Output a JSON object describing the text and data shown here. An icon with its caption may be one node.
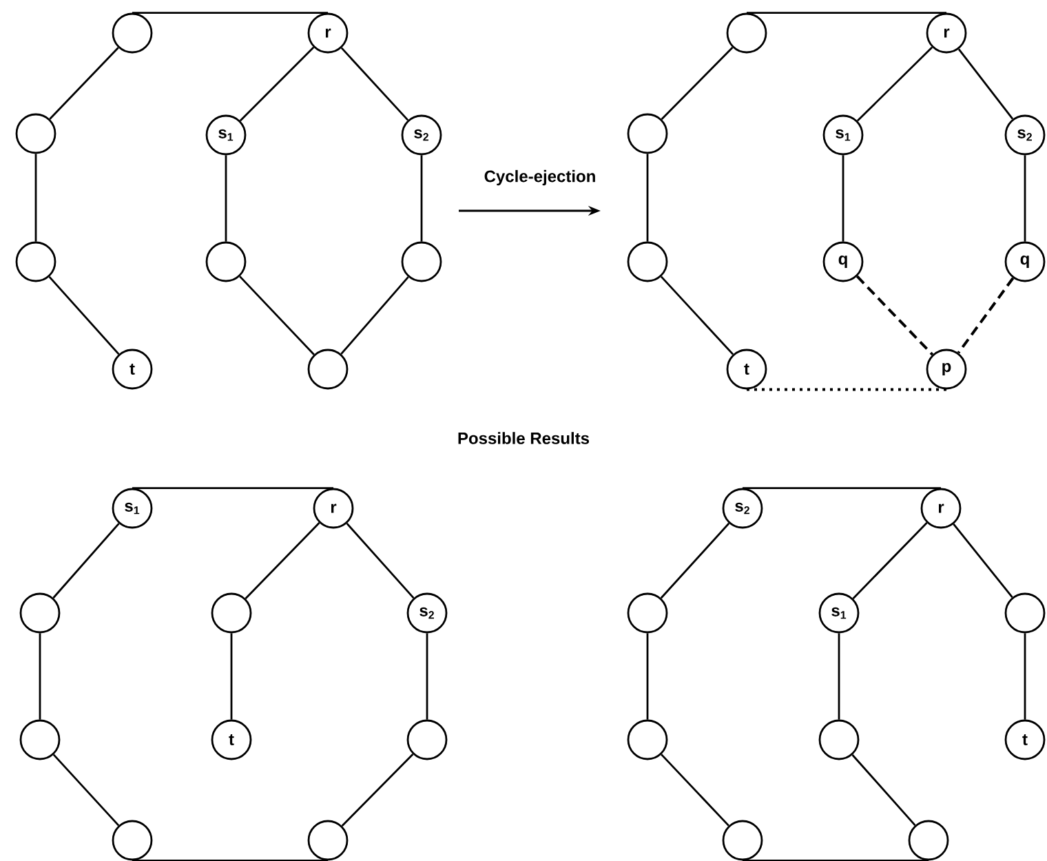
{
  "diagram": {
    "nodes": [
      {
        "text": [],
        "shape": "circle"
      },
      {
        "text": [
          "r"
        ]
      },
      {
        "text": [],
        "shape": "circle"
      },
      {
        "text": [
          "s$_{1}$"
        ]
      },
      {
        "text": [
          "s$_{2}$"
        ]
      },
      {
        "text": [],
        "shape": "circle"
      },
      {
        "text": [],
        "shape": "circle"
      },
      {
        "text": [],
        "shape": "circle"
      },
      {
        "text": [
          "t"
        ]
      },
      {
        "text": [],
        "shape": "circle"
      },
      {
        "text": [],
        "shape": "circle"
      },
      {
        "text": [
          "r"
        ]
      },
      {
        "text": [],
        "shape": "circle"
      },
      {
        "text": [
          "s$_{1}$"
        ]
      },
      {
        "text": [
          "s$_{2}$"
        ]
      },
      {
        "text": [],
        "shape": "circle"
      },
      {
        "text": [
          "q"
        ]
      },
      {
        "text": [
          "q"
        ]
      },
      {
        "text": [
          "t"
        ]
      },
      {
        "text": [
          "p"
        ]
      },
      {
        "text": [
          "s$_{1}$"
        ]
      },
      {
        "text": [
          "r"
        ]
      },
      {
        "text": [],
        "shape": "circle"
      },
      {
        "text": [],
        "shape": "circle"
      },
      {
        "text": [
          "s$_{2}$"
        ]
      },
      {
        "text": [],
        "shape": "circle"
      },
      {
        "text": [
          "t"
        ]
      },
      {
        "text": [],
        "shape": "circle"
      },
      {
        "text": [],
        "shape": "circle"
      },
      {
        "text": [],
        "shape": "circle"
      },
      {
        "text": [
          "s$_{2}$"
        ]
      },
      {
        "text": [
          "r"
        ]
      },
      {
        "text": [],
        "shape": "circle"
      },
      {
        "text": [
          "s$_{1}$"
        ]
      },
      {
        "text": [],
        "shape": "circle"
      },
      {
        "text": [],
        "shape": "circle"
      },
      {
        "text": [],
        "shape": "circle"
      },
      {
        "text": [
          "t"
        ]
      },
      {
        "text": [],
        "shape": "circle"
      },
      {
        "text": [],
        "shape": "circle"
      }
    ],
    "edges": [
      {
        "from": 0,
        "to": 1,
        "arrow": "none"
      },
      {
        "from": 0,
        "to": 2,
        "arrow": "none"
      },
      {
        "from": 2,
        "to": 5,
        "arrow": "none"
      },
      {
        "from": 5,
        "to": 8,
        "arrow": "none"
      },
      {
        "from": 1,
        "to": 3,
        "arrow": "none"
      },
      {
        "from": 3,
        "to": 6,
        "arrow": "none"
      },
      {
        "from": 6,
        "to": 9,
        "arrow": "none"
      },
      {
        "from": 1,
        "to": 4,
        "arrow": "none"
      },
      {
        "from": 4,
        "to": 7,
        "arrow": "none"
      },
      {
        "from": 7,
        "to": 9,
        "arrow": "none"
      },
      {
        "from": 10,
        "to": 11,
        "arrow": "none"
      },
      {
        "from": 10,
        "to": 12,
        "arrow": "none"
      },
      {
        "from": 12,
        "to": 15,
        "arrow": "none"
      },
      {
        "from": 15,
        "to": 18,
        "arrow": "none"
      },
      {
        "from": 11,
        "to": 13,
        "arrow": "none"
      },
      {
        "from": 13,
        "to": 16,
        "arrow": "none"
      },
      {
        "from": 11,
        "to": 14,
        "arrow": "none"
      },
      {
        "from": 14,
        "to": 17,
        "arrow": "none"
      },
      {
        "from": 16,
        "to": 19,
        "arrow": "none",
        "style": "dashed"
      },
      {
        "from": 17,
        "to": 19,
        "arrow": "none",
        "style": "dashed"
      },
      {
        "from": 18,
        "to": 19,
        "arrow": "none",
        "style": "dashed"
      },
      {
        "from": 20,
        "to": 21,
        "arrow": "none"
      },
      {
        "from": 20,
        "to": 22,
        "arrow": "none"
      },
      {
        "from": 22,
        "to": 25,
        "arrow": "none"
      },
      {
        "from": 25,
        "to": 28,
        "arrow": "none"
      },
      {
        "from": 28,
        "to": 29,
        "arrow": "none"
      },
      {
        "from": 29,
        "to": 27,
        "arrow": "none"
      },
      {
        "from": 27,
        "to": 24,
        "arrow": "none"
      },
      {
        "from": 24,
        "to": 21,
        "arrow": "none"
      },
      {
        "from": 21,
        "to": 23,
        "arrow": "none"
      },
      {
        "from": 23,
        "to": 26,
        "arrow": "none"
      },
      {
        "from": 30,
        "to": 31,
        "arrow": "none"
      },
      {
        "from": 30,
        "to": 32,
        "arrow": "none"
      },
      {
        "from": 32,
        "to": 35,
        "arrow": "none"
      },
      {
        "from": 35,
        "to": 38,
        "arrow": "none"
      },
      {
        "from": 38,
        "to": 39,
        "arrow": "none"
      },
      {
        "from": 39,
        "to": 36,
        "arrow": "none"
      },
      {
        "from": 36,
        "to": 33,
        "arrow": "none"
      },
      {
        "from": 33,
        "to": 31,
        "arrow": "none"
      },
      {
        "from": 31,
        "to": 34,
        "arrow": "none"
      },
      {
        "from": 34,
        "to": 37,
        "arrow": "none"
      }
    ],
    "labels": [
      "Cycle-ejection",
      "Possible Results"
    ]
  }
}
